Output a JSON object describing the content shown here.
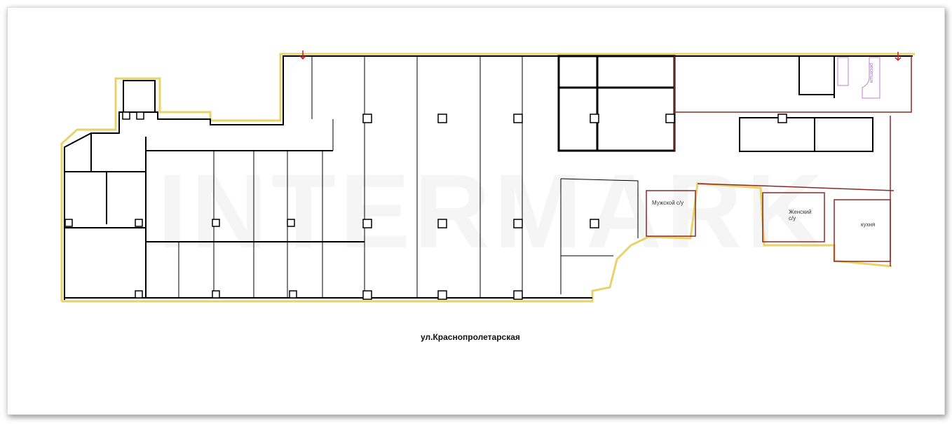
{
  "plan": {
    "watermark": "INTERMARK",
    "street_label": "ул.Краснопролетарская",
    "rooms": {
      "mens_wc": "Мужской с/у",
      "womens_wc": "Женский с/у",
      "kitchen": "кухня",
      "reception": "ресепшн"
    }
  },
  "colors": {
    "outline": "#e8d36a",
    "wall": "#000000",
    "inner_wall": "#8b2a2a",
    "orange": "#e0a050",
    "accent": "#cc2222",
    "furniture": "#c080d0"
  }
}
